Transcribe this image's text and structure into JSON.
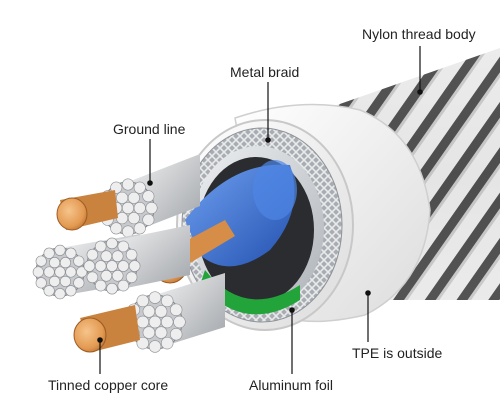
{
  "labels": {
    "nylon_thread_body": "Nylon thread body",
    "metal_braid": "Metal braid",
    "ground_line": "Ground line",
    "tpe_is_outside": "TPE is outside",
    "tinned_copper_core": "Tinned copper core",
    "aluminum_foil": "Aluminum foil"
  },
  "colors": {
    "nylon": "#e6e6e6",
    "nylon_stripe": "#1a1a1a",
    "tpe": "#f2f2f2",
    "braid": "#b9bcc0",
    "foil": "#d6d9dc",
    "insulation_blue": "#3a6fd6",
    "insulation_green": "#23a43a",
    "copper": "#e9a35d",
    "tinned_strand": "#dcdcdc",
    "leader_line": "#111111"
  }
}
